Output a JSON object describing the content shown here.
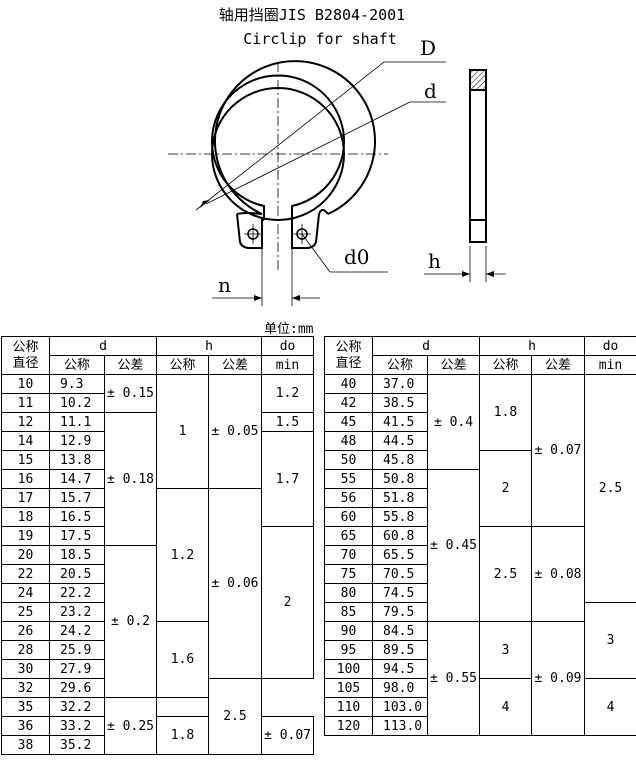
{
  "title_cn": "轴用挡圈JIS B2804-2001",
  "title_en": "Circlip for shaft",
  "labels": {
    "D": "D",
    "d": "d",
    "d0": "d0",
    "h": "h",
    "n": "n"
  },
  "unit": "单位:mm",
  "headers": {
    "nominal": "公称",
    "diameter": "直径",
    "d": "d",
    "h": "h",
    "do": "do",
    "nominal_sub": "公称",
    "tol_sub": "公差",
    "min": "min"
  },
  "left_table": {
    "nominal": [
      "10",
      "11",
      "12",
      "14",
      "15",
      "16",
      "17",
      "18",
      "19",
      "20",
      "22",
      "24",
      "25",
      "26",
      "28",
      "30",
      "32",
      "35",
      "36",
      "38"
    ],
    "d_nominal": [
      "9.3",
      "10.2",
      "11.1",
      "12.9",
      "13.8",
      "14.7",
      "15.7",
      "16.5",
      "17.5",
      "18.5",
      "20.5",
      "22.2",
      "23.2",
      "24.2",
      "25.9",
      "27.9",
      "29.6",
      "32.2",
      "33.2",
      "35.2"
    ],
    "d_tol": [
      "± 0.15",
      "± 0.18",
      "± 0.2",
      "± 0.25"
    ],
    "h_nominal": [
      "1",
      "1.2",
      "1.6",
      "1.8"
    ],
    "h_tol": [
      "± 0.05",
      "± 0.06",
      "± 0.07"
    ],
    "do_min": [
      "1.2",
      "1.5",
      "1.7",
      "2",
      "2.5"
    ]
  },
  "right_table": {
    "nominal": [
      "40",
      "42",
      "45",
      "48",
      "50",
      "55",
      "56",
      "60",
      "65",
      "70",
      "75",
      "80",
      "85",
      "90",
      "95",
      "100",
      "105",
      "110",
      "120"
    ],
    "d_nominal": [
      "37.0",
      "38.5",
      "41.5",
      "44.5",
      "45.8",
      "50.8",
      "51.8",
      "55.8",
      "60.8",
      "65.5",
      "70.5",
      "74.5",
      "79.5",
      "84.5",
      "89.5",
      "94.5",
      "98.0",
      "103.0",
      "113.0"
    ],
    "d_tol": [
      "± 0.4",
      "± 0.45",
      "± 0.55"
    ],
    "h_nominal": [
      "1.8",
      "2",
      "2.5",
      "3",
      "4"
    ],
    "h_tol": [
      "± 0.07",
      "± 0.08",
      "± 0.09"
    ],
    "do_min": [
      "2.5",
      "3",
      "4"
    ]
  }
}
